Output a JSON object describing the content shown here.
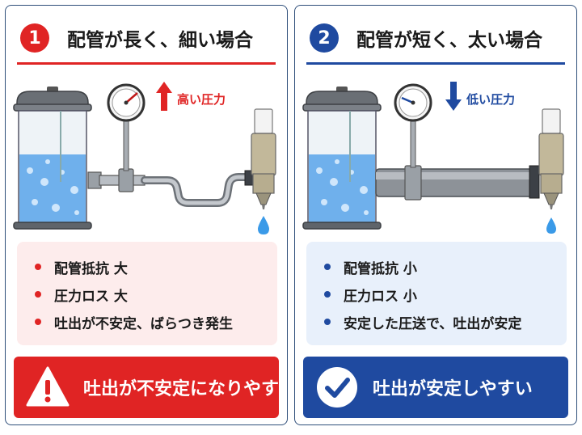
{
  "colors": {
    "left_accent": "#e02424",
    "right_accent": "#1f4aa0",
    "left_effect_bg": "#fdecec",
    "right_effect_bg": "#e8f0fb",
    "water": "#6fb0ec"
  },
  "left": {
    "number": "1",
    "title": "配管が長く、細い場合",
    "pressure_label": "高い圧力",
    "pressure_direction": "up",
    "effects": [
      "配管抵抗 大",
      "圧力ロス 大",
      "吐出が不安定、ばらつき発生"
    ],
    "verdict": "吐出が不安定になりやすい",
    "verdict_icon": "warning-icon"
  },
  "right": {
    "number": "2",
    "title": "配管が短く、太い場合",
    "pressure_label": "低い圧力",
    "pressure_direction": "down",
    "effects": [
      "配管抵抗 小",
      "圧力ロス 小",
      "安定した圧送で、吐出が安定"
    ],
    "verdict": "吐出が安定しやすい",
    "verdict_icon": "checkmark-icon"
  }
}
